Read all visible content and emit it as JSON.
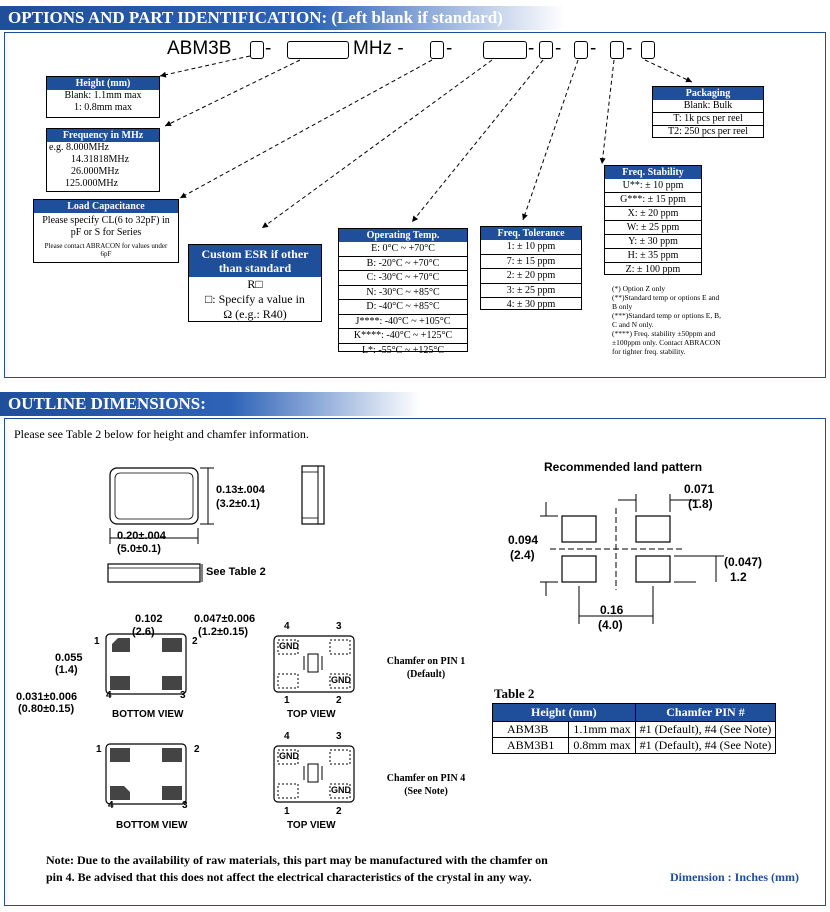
{
  "section1": {
    "title": "OPTIONS AND PART IDENTIFICATION: (Left blank if standard)"
  },
  "partcode": {
    "prefix": "ABM3B",
    "mhz": "MHz -",
    "dash": "-"
  },
  "height": {
    "header": "Height (mm)",
    "rows": [
      "Blank: 1.1mm max",
      "1: 0.8mm max"
    ]
  },
  "frequency": {
    "header": "Frequency in MHz",
    "rows": [
      "e.g. 8.000MHz",
      "14.31818MHz",
      "26.000MHz",
      "125.000MHz"
    ]
  },
  "load": {
    "header": "Load Capacitance",
    "text": "Please specify CL(6 to 32pF) in pF or S for Series",
    "note": "Please contact ABRACON for values under 6pF"
  },
  "esr": {
    "header": "Custom ESR if other than standard",
    "rows": [
      "R□",
      "□: Specify a value in",
      "Ω (e.g.: R40)"
    ]
  },
  "optemp": {
    "header": "Operating Temp.",
    "rows": [
      "E: 0°C ~ +70°C",
      "B: -20°C ~ +70°C",
      "C: -30°C ~ +70°C",
      "N: -30°C ~ +85°C",
      "D: -40°C ~ +85°C",
      "J****: -40°C ~ +105°C",
      "K****: -40°C ~ +125°C",
      "L*: -55°C ~ +125°C"
    ]
  },
  "tolerance": {
    "header": "Freq. Tolerance",
    "rows": [
      "1: ± 10 ppm",
      "7: ± 15 ppm",
      "2: ± 20 ppm",
      "3: ± 25 ppm",
      "4: ± 30 ppm"
    ]
  },
  "stability": {
    "header": "Freq. Stability",
    "rows": [
      "U**: ± 10 ppm",
      "G***: ± 15 ppm",
      "X: ± 20 ppm",
      "W: ± 25 ppm",
      "Y: ± 30 ppm",
      "H: ± 35 ppm",
      "Z: ± 100 ppm"
    ]
  },
  "packaging": {
    "header": "Packaging",
    "rows": [
      "Blank: Bulk",
      "T:  1k pcs per reel",
      "T2:  250 pcs per reel"
    ]
  },
  "footnotes": [
    "(*) Option Z only",
    "(**)Standard temp or options E and B only",
    "(***)Standard temp or options E, B, C and N only.",
    "(****) Freq. stability ±50ppm and ±100ppm only. Contact ABRACON for tighter freq. stability."
  ],
  "section2": {
    "title": "OUTLINE DIMENSIONS:",
    "intro": "Please see Table 2 below for height and chamfer information."
  },
  "dims": {
    "h1": "0.13±.004",
    "h1mm": "(3.2±0.1)",
    "w1": "0.20±.004",
    "w1mm": "(5.0±0.1)",
    "see_table": "See Table 2",
    "pad_pitch": "0.102",
    "pad_pitch_mm": "(2.6)",
    "pad_w": "0.047±0.006",
    "pad_w_mm": "(1.2±0.15)",
    "pad_h": "0.055",
    "pad_h_mm": "(1.4)",
    "edge": "0.031±0.006",
    "edge_mm": "(0.80±0.15)",
    "bottom_view": "BOTTOM VIEW",
    "top_view": "TOP VIEW",
    "gnd": "GND",
    "pins": [
      "1",
      "2",
      "3",
      "4"
    ]
  },
  "land": {
    "title": "Recommended land pattern",
    "a": "0.071",
    "a_mm": "(1.8)",
    "b": "0.094",
    "b_mm": "(2.4)",
    "c": "(0.047)",
    "c_mm": "1.2",
    "d": "0.16",
    "d_mm": "(4.0)"
  },
  "chamfer1": {
    "line1": "Chamfer on PIN 1",
    "line2": "(Default)"
  },
  "chamfer4": {
    "line1": "Chamfer on PIN 4",
    "line2": "(See Note)"
  },
  "table2": {
    "title": "Table 2",
    "headers": [
      "Height (mm)",
      "Chamfer PIN #"
    ],
    "rows": [
      [
        "ABM3B",
        "1.1mm max",
        "#1 (Default), #4 (See Note)"
      ],
      [
        "ABM3B1",
        "0.8mm max",
        "#1 (Default), #4 (See Note)"
      ]
    ]
  },
  "note": "Note: Due to the availability of raw materials, this part may be manufactured with the chamfer on pin 4. Be advised that this does not affect the electrical characteristics of the crystal in any way.",
  "dimension_label": "Dimension : Inches (mm)"
}
